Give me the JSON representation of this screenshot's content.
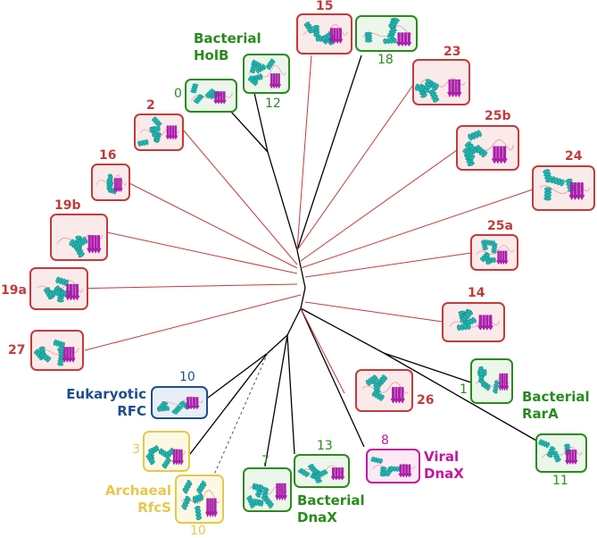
{
  "colors": {
    "red": "#c23b3b",
    "green": "#2a8a1e",
    "blue": "#1f4e8c",
    "yellow": "#e6c84a",
    "magenta": "#c0189c",
    "helix": "#1fb5b0",
    "strand": "#b51cb5",
    "branch_black": "#000000",
    "branch_red": "#c23b3b"
  },
  "groups": {
    "holb": [
      "Bacterial",
      "HolB"
    ],
    "rara": [
      "Bacterial",
      "RarA"
    ],
    "dnax": [
      "Bacterial",
      "DnaX"
    ],
    "viral": [
      "Viral",
      "DnaX"
    ],
    "rfc": [
      "Eukaryotic",
      "RFC"
    ],
    "rfcs": [
      "Archaeal",
      "RfcS"
    ]
  },
  "labels": {
    "c15": "15",
    "c23": "23",
    "c25b": "25b",
    "c24": "24",
    "c25a": "25a",
    "c14": "14",
    "c26": "26",
    "c2": "2",
    "c16": "16",
    "c19b": "19b",
    "c19a": "19a",
    "c27": "27",
    "n18": "18",
    "n0": "0",
    "n12": "12",
    "n1": "1",
    "n11": "11",
    "n7": "7",
    "n13": "13",
    "n8": "8",
    "n10_rfc": "10",
    "n3": "3",
    "n10_rfcs": "10"
  },
  "icons": {
    "structure": "protein-ribbon-structure-icon"
  }
}
